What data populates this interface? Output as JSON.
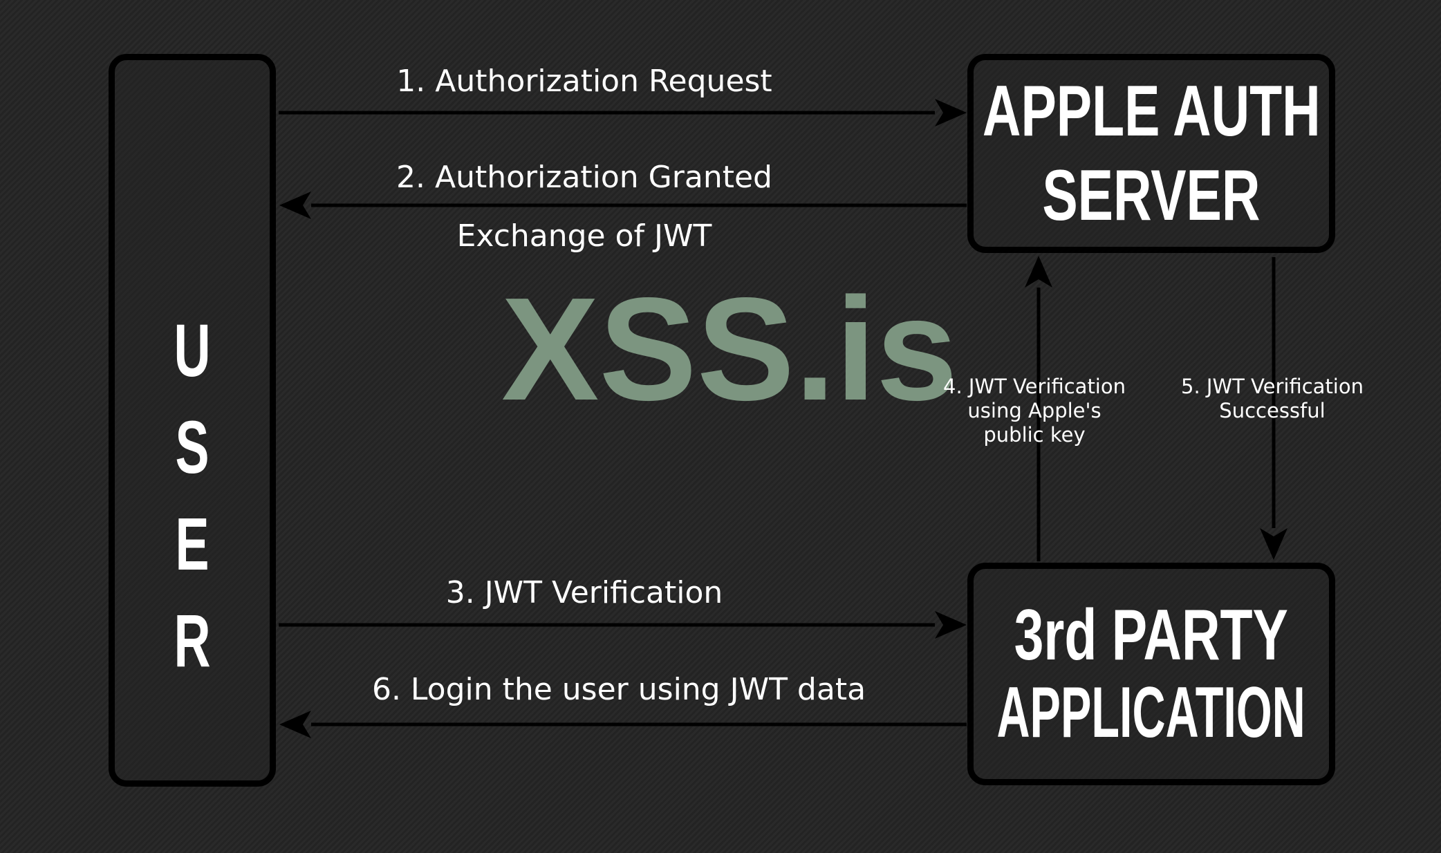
{
  "nodes": {
    "user": {
      "letters": [
        "U",
        "S",
        "E",
        "R"
      ]
    },
    "apple_auth_server": {
      "line1": "APPLE AUTH",
      "line2": "SERVER"
    },
    "third_party_app": {
      "line1": "3rd PARTY",
      "line2": "APPLICATION"
    }
  },
  "edges": {
    "step1": "1. Authorization Request",
    "step2": "2. Authorization Granted",
    "step2_note": "Exchange of JWT",
    "step3": "3. JWT Verification",
    "step4_line1": "4. JWT Verification",
    "step4_line2": "using Apple's",
    "step4_line3": "public key",
    "step5_line1": "5. JWT Verification",
    "step5_line2": "Successful",
    "step6": "6. Login the user using JWT data"
  },
  "watermark": "XSS.is",
  "colors": {
    "background": "#262626",
    "box_border": "#000000",
    "arrow": "#000000",
    "text": "#ffffff",
    "watermark": "#7c9580"
  }
}
